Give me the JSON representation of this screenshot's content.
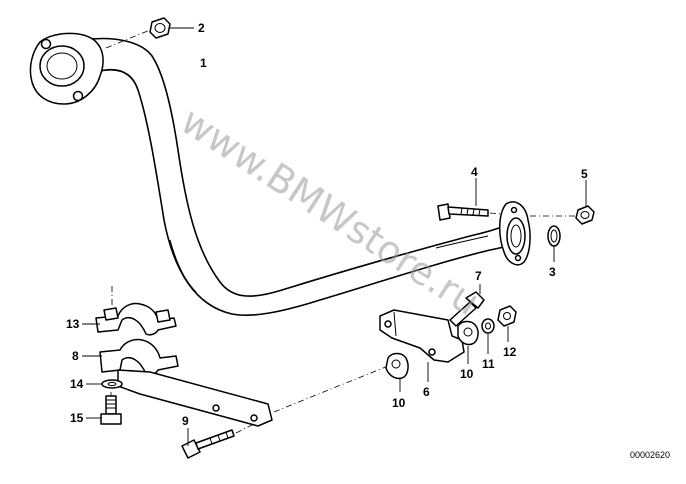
{
  "watermark": "www.BMWstore.ru",
  "reference_code": "00002620",
  "callouts": [
    {
      "id": "c1",
      "label": "1"
    },
    {
      "id": "c2",
      "label": "2"
    },
    {
      "id": "c3",
      "label": "3"
    },
    {
      "id": "c4",
      "label": "4"
    },
    {
      "id": "c5",
      "label": "5"
    },
    {
      "id": "c6",
      "label": "6"
    },
    {
      "id": "c7",
      "label": "7"
    },
    {
      "id": "c8",
      "label": "8"
    },
    {
      "id": "c9",
      "label": "9"
    },
    {
      "id": "c10a",
      "label": "10"
    },
    {
      "id": "c10b",
      "label": "10"
    },
    {
      "id": "c11",
      "label": "11"
    },
    {
      "id": "c12",
      "label": "12"
    },
    {
      "id": "c13",
      "label": "13"
    },
    {
      "id": "c14",
      "label": "14"
    },
    {
      "id": "c15",
      "label": "15"
    }
  ]
}
